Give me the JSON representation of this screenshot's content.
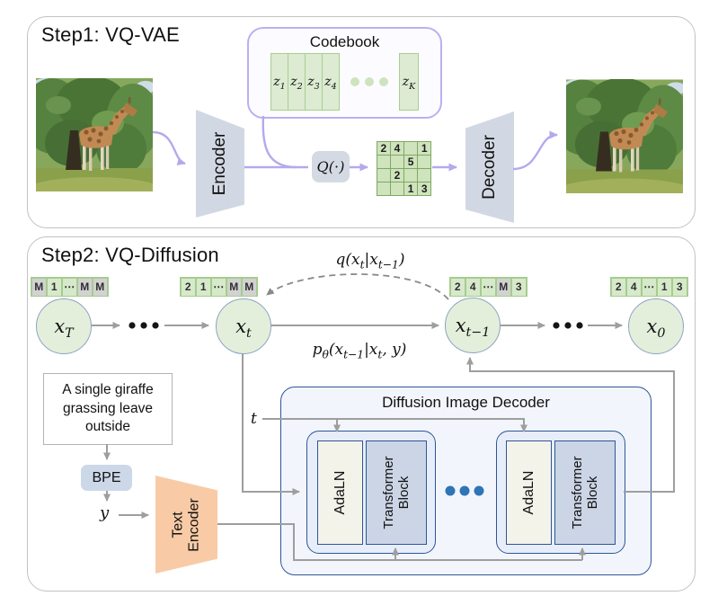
{
  "colors": {
    "panel_border": "#c2c2c2",
    "purple_arrow": "#b3aaec",
    "codebook_border": "#b9b1f0",
    "codebook_fill": "#fcfbff",
    "green_cell_fill": "#d7e9cb",
    "green_cell_border": "#a6cc8e",
    "grid_cell_fill": "#cfe3bd",
    "masked_cell_fill": "#d2d2d2",
    "node_fill": "#e4efdb",
    "node_border": "#8ba1c1",
    "encoder_fill": "#d2d8e3",
    "text_encoder_fill": "#f8cba6",
    "diffusion_border": "#2f5597",
    "diffusion_fill": "#f2f6fc",
    "adaln_fill": "#f4f3ea",
    "transformer_fill": "#ccd5e6",
    "blue_dots": "#2e75b6",
    "gray_line": "#9e9e9e"
  },
  "step1": {
    "title": "Step1: VQ-VAE",
    "encoder": "Encoder",
    "decoder": "Decoder",
    "quantizer": "Q(⋅)",
    "codebook": {
      "title": "Codebook",
      "entries": [
        {
          "base": "z",
          "sub": "1"
        },
        {
          "base": "z",
          "sub": "2"
        },
        {
          "base": "z",
          "sub": "3"
        },
        {
          "base": "z",
          "sub": "4"
        },
        {
          "base": "z",
          "sub": "K"
        }
      ]
    },
    "token_grid": [
      [
        "2",
        "4",
        "",
        "1"
      ],
      [
        "",
        "",
        "5",
        ""
      ],
      [
        "",
        "2",
        "",
        ""
      ],
      [
        "",
        "",
        "1",
        "3"
      ]
    ]
  },
  "step2": {
    "title": "Step2: VQ-Diffusion",
    "nodes": [
      {
        "base": "x",
        "sub": "T"
      },
      {
        "base": "x",
        "sub": "t"
      },
      {
        "base": "x",
        "sub": "t−1"
      },
      {
        "base": "x",
        "sub": "0"
      }
    ],
    "strips": {
      "xT": [
        "M",
        "1",
        "⋯",
        "M",
        "M"
      ],
      "xt": [
        "2",
        "1",
        "⋯",
        "M",
        "M"
      ],
      "xt1": [
        "2",
        "4",
        "⋯",
        "M",
        "3"
      ],
      "x0": [
        "2",
        "4",
        "⋯",
        "1",
        "3"
      ]
    },
    "masked": {
      "xT": [
        true,
        false,
        false,
        true,
        true
      ],
      "xt": [
        false,
        false,
        false,
        true,
        true
      ],
      "xt1": [
        false,
        false,
        false,
        true,
        false
      ],
      "x0": [
        false,
        false,
        false,
        false,
        false
      ]
    },
    "q_parts": [
      "q(x",
      "t",
      "|x",
      "t−1",
      ")"
    ],
    "p_parts": [
      "p",
      "θ",
      "(x",
      "t−1",
      "|x",
      "t",
      ", y)"
    ],
    "prompt_lines": [
      "A single giraffe",
      "grassing leave",
      "outside"
    ],
    "bpe": "BPE",
    "y_label": "y",
    "t_label": "t",
    "text_encoder_lines": [
      "Text",
      "Encoder"
    ],
    "decoder_box": {
      "title": "Diffusion Image Decoder",
      "adaln": "AdaLN",
      "transformer_lines": [
        "Transformer",
        "Block"
      ]
    }
  }
}
